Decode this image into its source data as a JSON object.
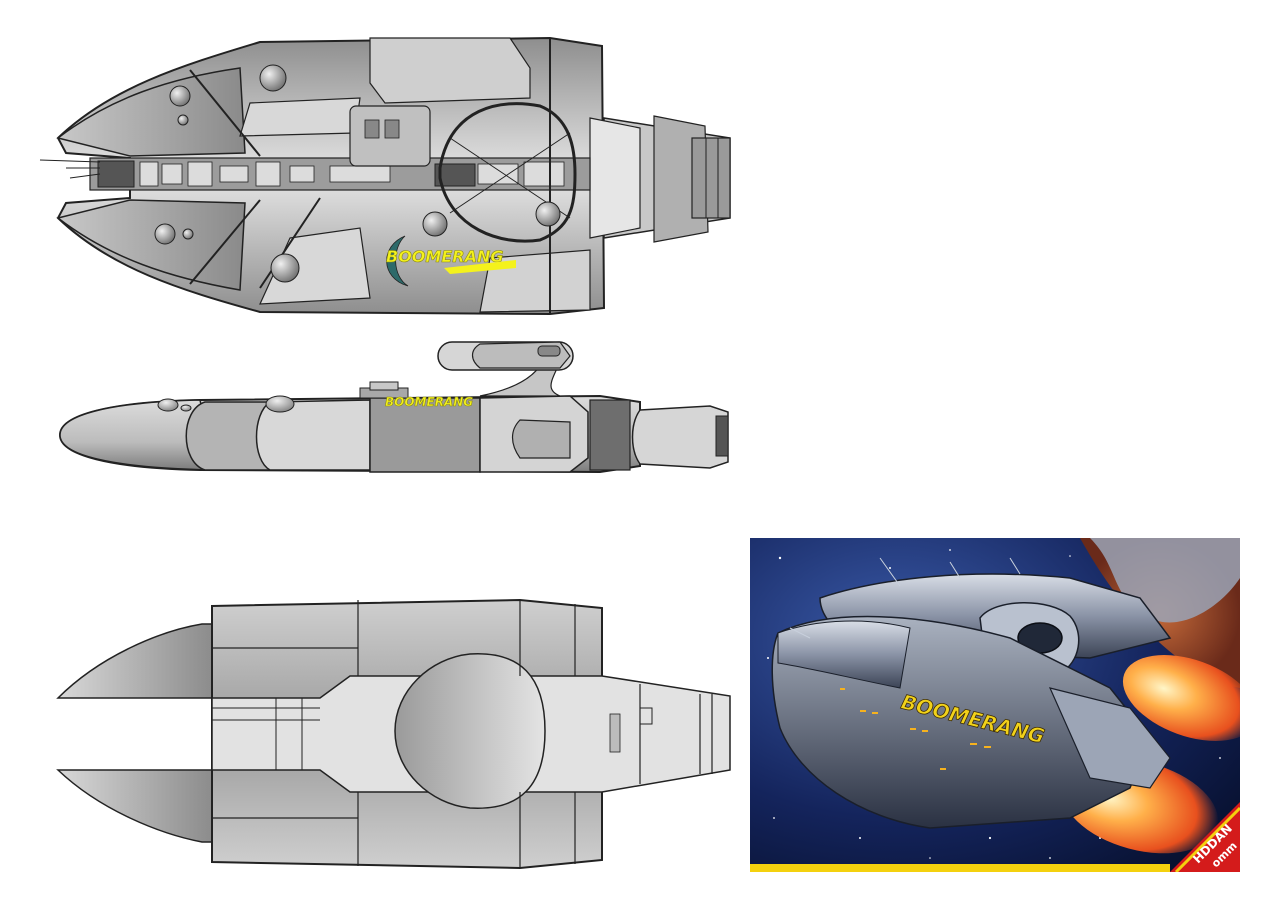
{
  "decal_text": "BOOMERANG",
  "box_art": {
    "hull_decal": "BOOMERANG",
    "corner_banner_lines": [
      "HDDAN",
      "omm"
    ],
    "brand_strip": ""
  },
  "colors": {
    "hull_light": "#e2e2e2",
    "hull_mid": "#b4b4b4",
    "hull_dark": "#7a7a7a",
    "outline": "#222222",
    "decal": "#f4f21c",
    "space": "#0b1640",
    "exhaust": "#ff7a2a",
    "banner": "#d41b1b"
  },
  "views": [
    "top-view",
    "side-view",
    "bottom-view",
    "box-art"
  ]
}
